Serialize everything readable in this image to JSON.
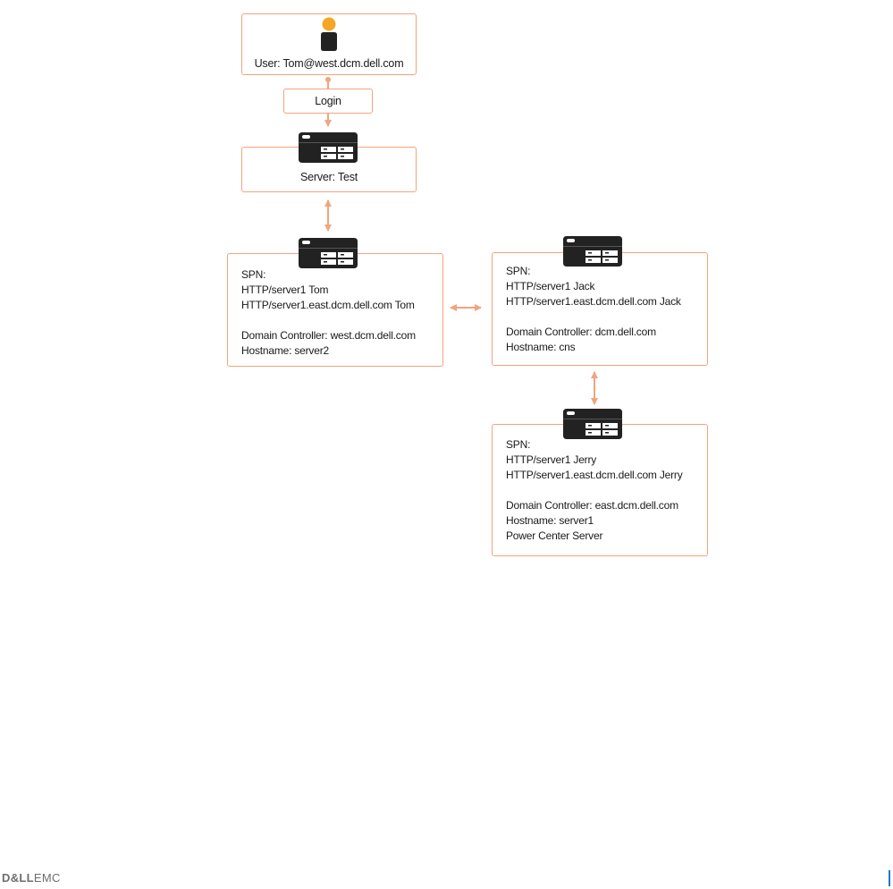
{
  "user_box": {
    "label": "User: Tom@west.dcm.dell.com"
  },
  "login_box": {
    "label": "Login"
  },
  "server_test_box": {
    "label": "Server: Test"
  },
  "server2_box": {
    "spn_heading": "SPN:",
    "spn_line1": "HTTP/server1 Tom",
    "spn_line2": "HTTP/server1.east.dcm.dell.com Tom",
    "domain_controller": "Domain Controller: west.dcm.dell.com",
    "hostname": "Hostname: server2"
  },
  "cns_box": {
    "spn_heading": "SPN:",
    "spn_line1": "HTTP/server1 Jack",
    "spn_line2": "HTTP/server1.east.dcm.dell.com Jack",
    "domain_controller": "Domain Controller: dcm.dell.com",
    "hostname": "Hostname: cns"
  },
  "server1_box": {
    "spn_heading": "SPN:",
    "spn_line1": "HTTP/server1 Jerry",
    "spn_line2": "HTTP/server1.east.dcm.dell.com Jerry",
    "domain_controller": "Domain Controller: east.dcm.dell.com",
    "hostname": "Hostname: server1",
    "extra": "Power Center Server"
  },
  "footer": {
    "brand_dell": "D&LL",
    "brand_emc": "EMC"
  },
  "colors": {
    "accent": "#f2a47c",
    "user_head": "#f5a623",
    "icon_dark": "#222222",
    "footer_bar": "#1e77c8"
  },
  "icons": {
    "user": "user-icon",
    "server": "server-icon"
  }
}
